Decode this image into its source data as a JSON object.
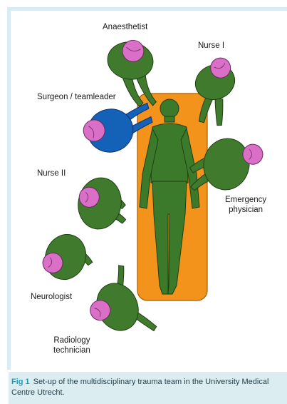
{
  "figure": {
    "labels": {
      "anaesthetist": "Anaesthetist",
      "nurse_1": "Nurse I",
      "surgeon": "Surgeon / teamleader",
      "nurse_2": "Nurse II",
      "emergency_line1": "Emergency",
      "emergency_line2": "physician",
      "neurologist": "Neurologist",
      "radiology_line1": "Radiology",
      "radiology_line2": "technician"
    },
    "colors": {
      "team_member": "#3f7a2d",
      "team_leader": "#1461b8",
      "head": "#d96fc6",
      "stretcher": "#f3931c",
      "patient": "#3c7a2b",
      "caption_bg": "#dcedf2",
      "caption_label": "#1f9bb3"
    }
  },
  "caption": {
    "label": "Fig 1",
    "text": "Set-up of the multidisciplinary trauma team in the University Medical Centre Utrecht."
  }
}
